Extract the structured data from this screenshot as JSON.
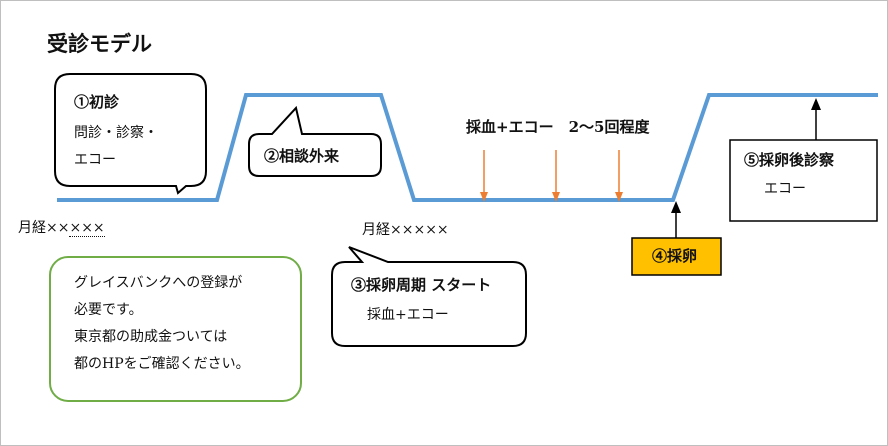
{
  "title": "受診モデル",
  "first_visit": {
    "heading": "①初診",
    "line1": "問診・診察・",
    "line2": "エコー"
  },
  "consultation": {
    "label": "②相談外来"
  },
  "month_label_1": {
    "prefix": "月経××",
    "underlined": "×××"
  },
  "month_label_2": "月経×××××",
  "monitoring_label": "採血+エコー　2～5回程度",
  "cycle_start": {
    "heading": "③採卵周期 スタート",
    "sub": "採血+エコー"
  },
  "egg_retrieval": {
    "label": "④採卵",
    "fill_color": "#ffc000"
  },
  "post_exam": {
    "heading": "⑤採卵後診察",
    "sub": "エコー"
  },
  "note": {
    "line1": "グレイスバンクへの登録が",
    "line2": "必要です。",
    "line3": "東京都の助成金ついては",
    "line4": "都のHPをご確認ください。",
    "border_color": "#70ad47"
  },
  "colors": {
    "timeline": "#5b9bd5",
    "arrow_orange": "#ed7d31",
    "arrow_black": "#000000",
    "outline": "#000000"
  }
}
